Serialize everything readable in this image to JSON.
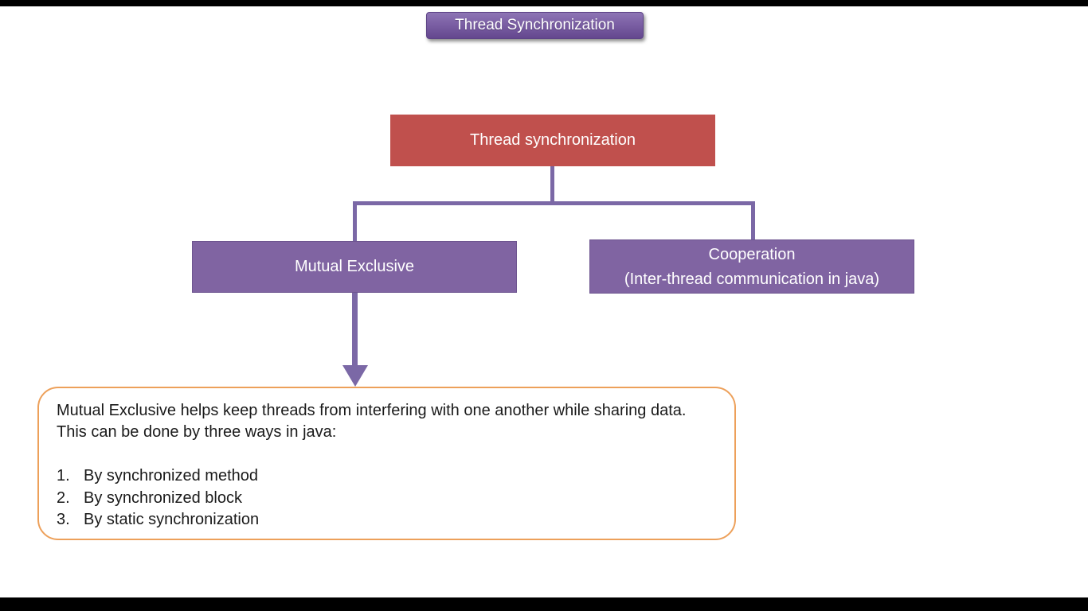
{
  "slide": {
    "title_badge": "Thread Synchronization"
  },
  "diagram": {
    "root_label": "Thread synchronization",
    "left_node_label": "Mutual Exclusive",
    "right_node_line1": "Cooperation",
    "right_node_line2": "(Inter-thread communication in java)"
  },
  "note": {
    "paragraph": "Mutual Exclusive helps keep threads from interfering with one another while sharing data. This can be done by three ways in java:",
    "items": [
      {
        "num": "1.",
        "text": "By synchronized method"
      },
      {
        "num": "2.",
        "text": "By synchronized block"
      },
      {
        "num": "3.",
        "text": "By static synchronization"
      }
    ]
  },
  "colors": {
    "bar-black": "#000000",
    "title-grad-top": "#8d74b4",
    "title-grad-bottom": "#64478e",
    "root-red": "#c0504d",
    "node-purple": "#8064a2",
    "node-purple-border": "#6e5590",
    "connector-purple": "#7b68a6",
    "note-border-orange": "#eda05a",
    "text-dark": "#1a1a1a"
  }
}
